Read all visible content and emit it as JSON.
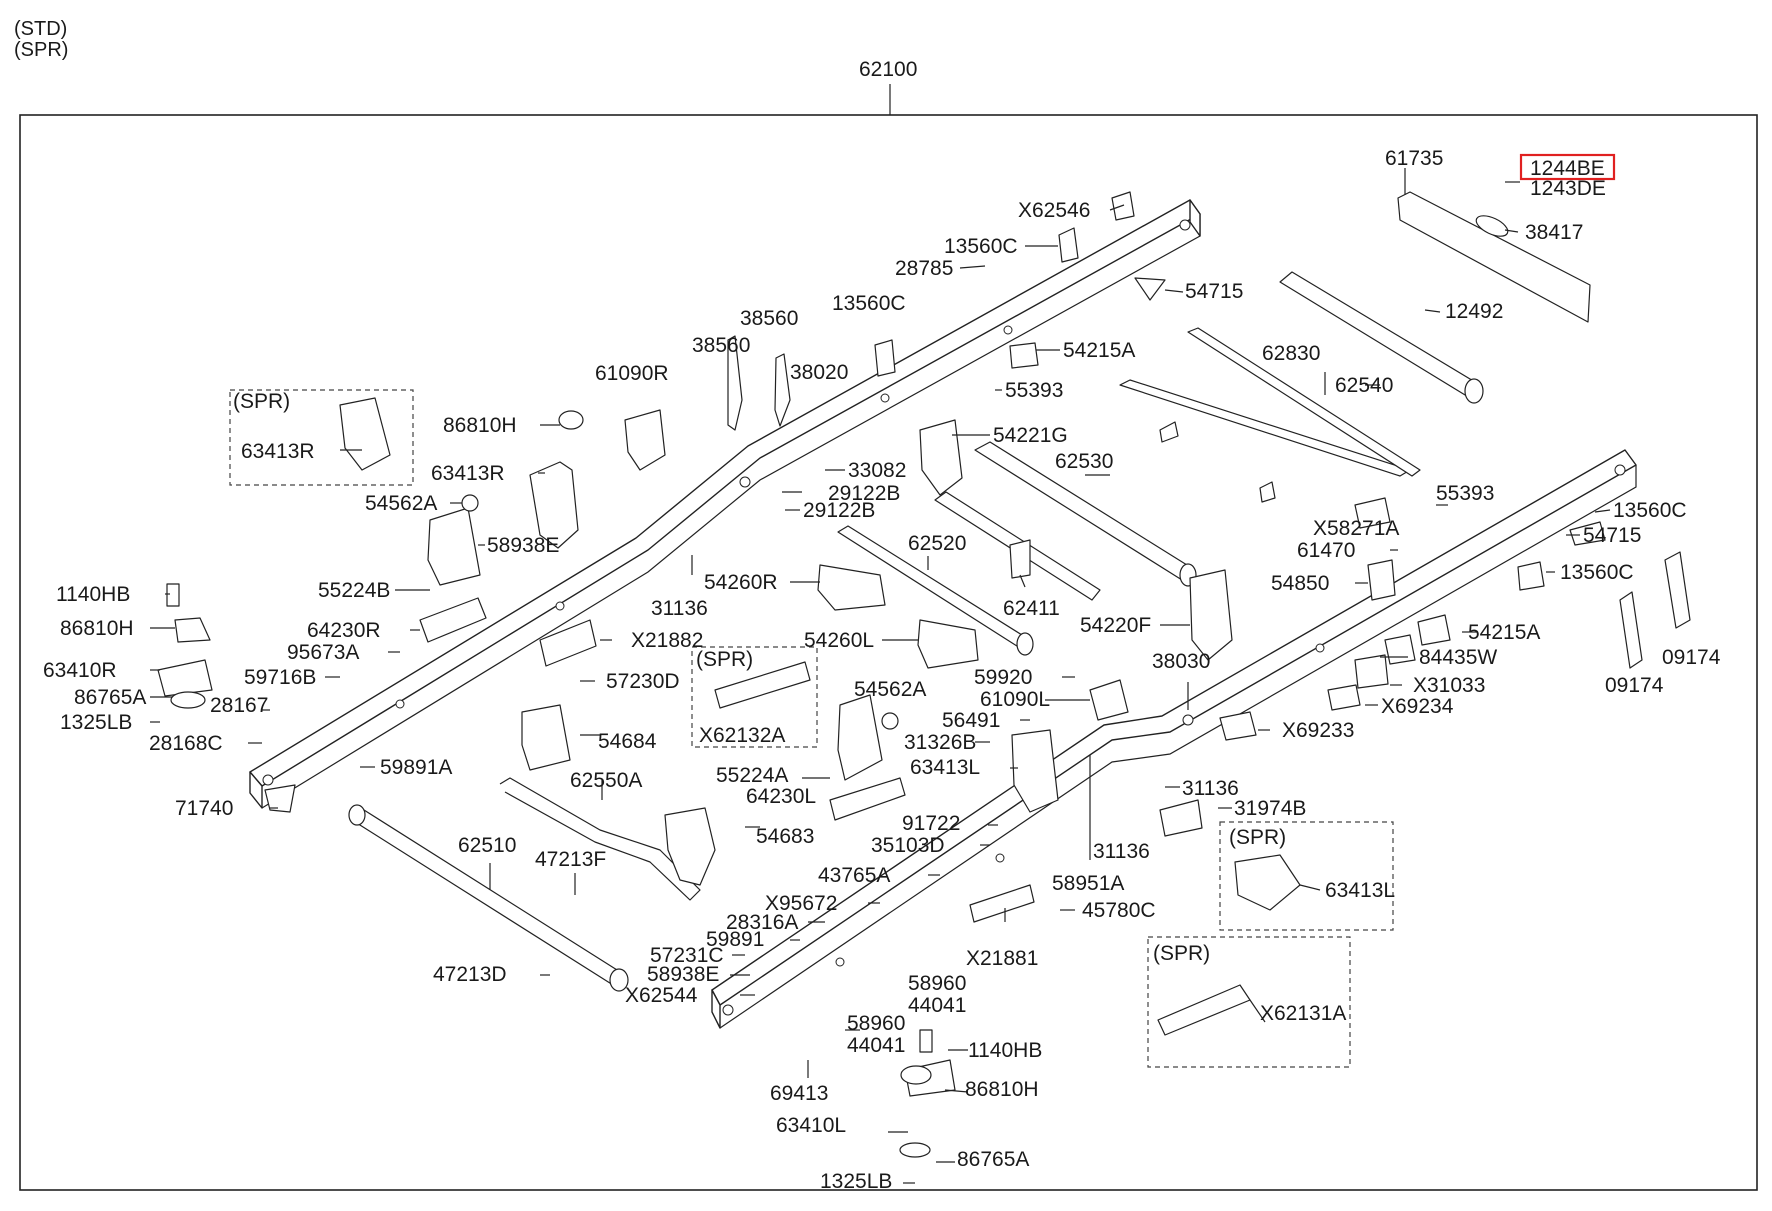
{
  "header": {
    "line1": "(STD)",
    "line2": "(SPR)"
  },
  "main_assembly_label": "62100",
  "highlighted_part": "1244BE",
  "spr_tag": "(SPR)",
  "parts": {
    "p61735": "61735",
    "p1244BE": "1244BE",
    "p1243DE": "1243DE",
    "p38417": "38417",
    "pX62546": "X62546",
    "p13560C_a": "13560C",
    "p28785": "28785",
    "p54715_a": "54715",
    "p12492": "12492",
    "p13560C_b": "13560C",
    "p38560_a": "38560",
    "p38560_b": "38560",
    "p61090R": "61090R",
    "p38020": "38020",
    "p54215A_a": "54215A",
    "p62830": "62830",
    "p62540": "62540",
    "p55393_a": "55393",
    "p63413R_spr": "63413R",
    "p86810H_a": "86810H",
    "p63413R": "63413R",
    "p54221G": "54221G",
    "p62530": "62530",
    "p33082": "33082",
    "p29122B_a": "29122B",
    "p29122B_b": "29122B",
    "p54562A_a": "54562A",
    "p58938E_a": "58938E",
    "p55393_b": "55393",
    "p13560C_c": "13560C",
    "pX58271A": "X58271A",
    "p54715_b": "54715",
    "p61470": "61470",
    "p13560C_d": "13560C",
    "p62520": "62520",
    "p54850": "54850",
    "p1140HB_a": "1140HB",
    "p55224B": "55224B",
    "p54260R": "54260R",
    "p31136_a": "31136",
    "p62411": "62411",
    "p54220F": "54220F",
    "p86810H_b": "86810H",
    "p64230R": "64230R",
    "pX21882": "X21882",
    "p54260L": "54260L",
    "p54215A_b": "54215A",
    "p09174_a": "09174",
    "p95673A": "95673A",
    "p38030": "38030",
    "p84435W": "84435W",
    "p63410R": "63410R",
    "p59716B": "59716B",
    "p57230D": "57230D",
    "p59920": "59920",
    "pX31033": "X31033",
    "p09174_b": "09174",
    "p86765A_a": "86765A",
    "p28167": "28167",
    "pX62132A": "X62132A",
    "p54562A_b": "54562A",
    "p61090L": "61090L",
    "pX69234": "X69234",
    "p1325LB_a": "1325LB",
    "p56491": "56491",
    "p28168C": "28168C",
    "p54684": "54684",
    "p31326B": "31326B",
    "pX69233": "X69233",
    "p55224A": "55224A",
    "p63413L": "63413L",
    "p59891A": "59891A",
    "p62550A": "62550A",
    "p64230L": "64230L",
    "p31136_b": "31136",
    "p71740": "71740",
    "p31974B": "31974B",
    "p91722": "91722",
    "p54683": "54683",
    "p35103D": "35103D",
    "p31136_c": "31136",
    "p63413L_spr": "63413L",
    "p62510": "62510",
    "p47213F": "47213F",
    "p43765A": "43765A",
    "p58951A": "58951A",
    "pX95672": "X95672",
    "p45780C": "45780C",
    "p28316A": "28316A",
    "p59891": "59891",
    "pX21881": "X21881",
    "p57231C": "57231C",
    "p47213D": "47213D",
    "p58938E_b": "58938E",
    "p58960_a": "58960",
    "pX62544": "X62544",
    "p44041_a": "44041",
    "pX62131A": "X62131A",
    "p58960_b": "58960",
    "p44041_b": "44041",
    "p1140HB_b": "1140HB",
    "p86810H_c": "86810H",
    "p69413": "69413",
    "p63410L": "63410L",
    "p86765A_b": "86765A",
    "p1325LB_b": "1325LB"
  },
  "colors": {
    "line": "#222222",
    "highlight": "#e02020",
    "background": "#ffffff"
  }
}
